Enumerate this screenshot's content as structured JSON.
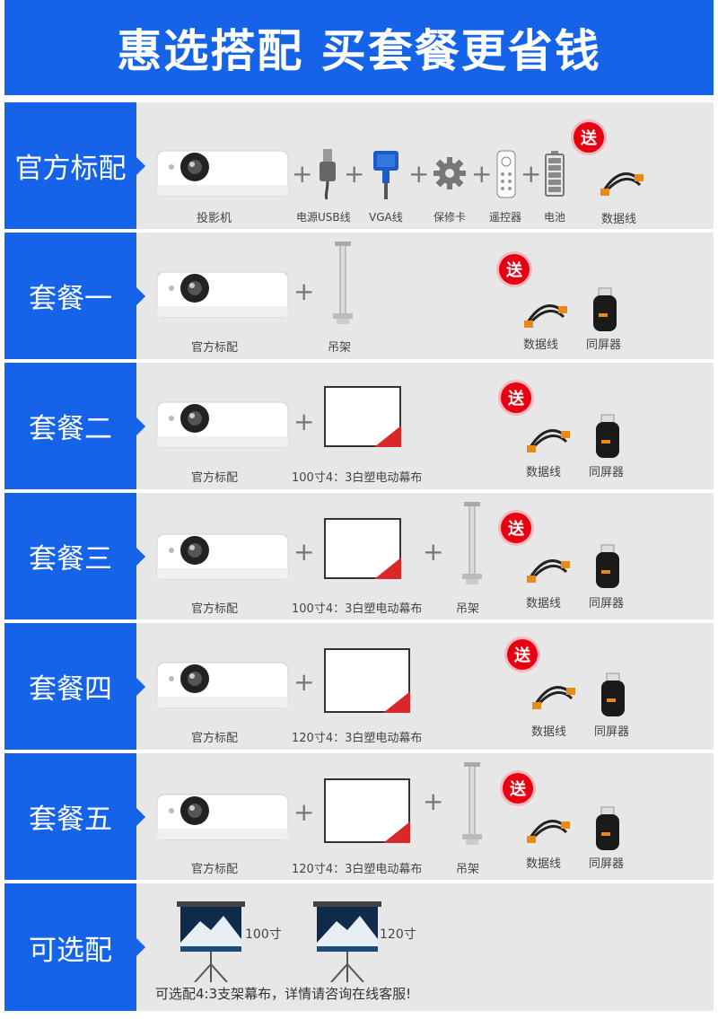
{
  "header": {
    "title": "惠选搭配 买套餐更省钱"
  },
  "colors": {
    "brand_blue": "#1463e8",
    "gift_red": "#e60012",
    "row_bg": "#e7e7e7"
  },
  "gift_badge": "送",
  "standard": {
    "label": "官方标配",
    "items": [
      "投影机",
      "电源USB线",
      "VGA线",
      "保修卡",
      "遥控器",
      "电池",
      "数据线"
    ]
  },
  "packages": [
    {
      "label": "套餐一",
      "base": "官方标配",
      "items": [
        "吊架"
      ],
      "gifts": [
        "数据线",
        "同屏器"
      ]
    },
    {
      "label": "套餐二",
      "base": "官方标配",
      "items": [
        "100寸4：3白塑电动幕布"
      ],
      "screen_tag": "100",
      "gifts": [
        "数据线",
        "同屏器"
      ]
    },
    {
      "label": "套餐三",
      "base": "官方标配",
      "items": [
        "100寸4：3白塑电动幕布",
        "吊架"
      ],
      "screen_tag": "100",
      "gifts": [
        "数据线",
        "同屏器"
      ]
    },
    {
      "label": "套餐四",
      "base": "官方标配",
      "items": [
        "120寸4：3白塑电动幕布"
      ],
      "screen_tag": "120",
      "gifts": [
        "数据线",
        "同屏器"
      ]
    },
    {
      "label": "套餐五",
      "base": "官方标配",
      "items": [
        "120寸4：3白塑电动幕布",
        "吊架"
      ],
      "screen_tag": "120",
      "gifts": [
        "数据线",
        "同屏器"
      ]
    }
  ],
  "optional": {
    "label": "可选配",
    "items": [
      "100寸",
      "120寸"
    ],
    "note": "可选配4:3支架幕布，详情请咨询在线客服!"
  }
}
